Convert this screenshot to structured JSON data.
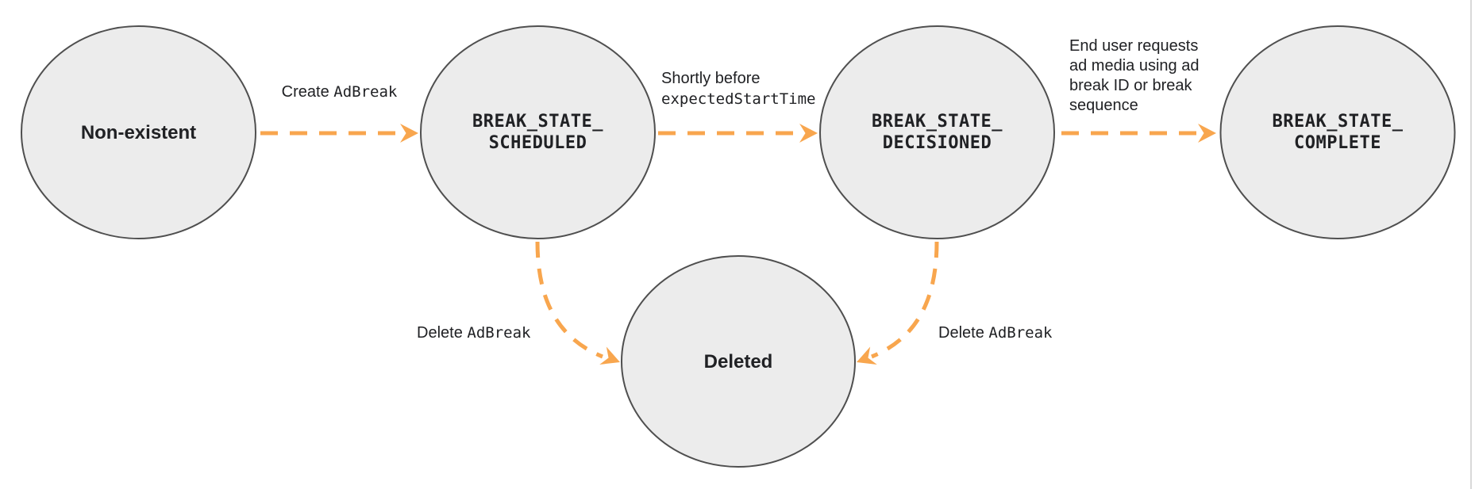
{
  "colors": {
    "arrow": "#F8A64E",
    "node_fill": "#ECECEC",
    "node_border": "#4F4F4F",
    "text": "#202124",
    "frame_border": "#D9D9D9"
  },
  "nodes": {
    "non_existent": {
      "label": "Non-existent"
    },
    "scheduled": {
      "line1": "BREAK_STATE_",
      "line2": "SCHEDULED"
    },
    "decisioned": {
      "line1": "BREAK_STATE_",
      "line2": "DECISIONED"
    },
    "complete": {
      "line1": "BREAK_STATE_",
      "line2": "COMPLETE"
    },
    "deleted": {
      "label": "Deleted"
    }
  },
  "edges": {
    "create": {
      "text": "Create",
      "code": "AdBreak"
    },
    "decision_trigger": {
      "text": "Shortly before",
      "code": "expectedStartTime"
    },
    "complete_trigger": {
      "line1": "End user requests",
      "line2": "ad media using ad",
      "line3": "break ID or break",
      "line4": "sequence"
    },
    "delete_from_scheduled": {
      "text": "Delete",
      "code": "AdBreak"
    },
    "delete_from_decisioned": {
      "text": "Delete",
      "code": "AdBreak"
    }
  }
}
